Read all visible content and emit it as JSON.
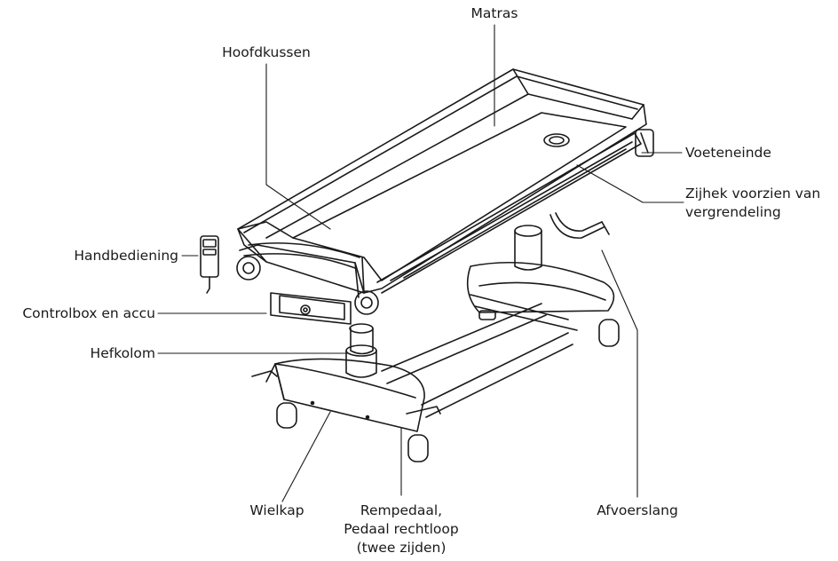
{
  "labels": {
    "matras": "Matras",
    "hoofdkussen": "Hoofdkussen",
    "voeteneinde": "Voeteneinde",
    "zijhek_1": "Zijhek voorzien van",
    "zijhek_2": "vergrendeling",
    "handbediening": "Handbediening",
    "controlbox": "Controlbox en accu",
    "hefkolom": "Hefkolom",
    "wielkap": "Wielkap",
    "rempedaal_1": "Rempedaal,",
    "rempedaal_2": "Pedaal rechtloop",
    "rempedaal_3": "(twee zijden)",
    "afvoerslang": "Afvoerslang"
  },
  "colors": {
    "line": "#1a1a1a",
    "background": "#ffffff"
  }
}
